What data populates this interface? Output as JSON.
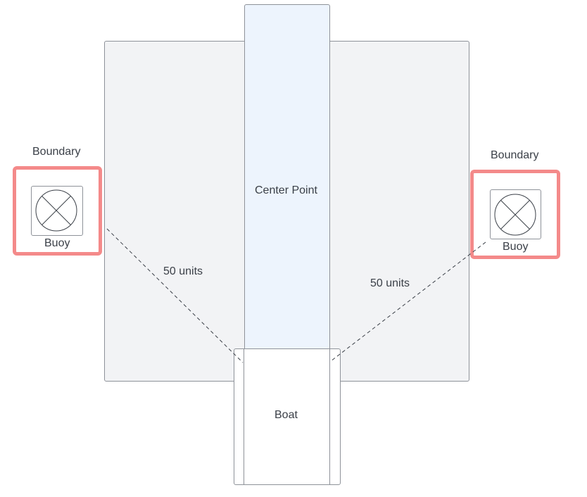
{
  "diagram": {
    "center_label": "Center Point",
    "boat_label": "Boat",
    "left": {
      "boundary_label": "Boundary",
      "buoy_label": "Buoy",
      "distance_label": "50 units"
    },
    "right": {
      "boundary_label": "Boundary",
      "buoy_label": "Buoy",
      "distance_label": "50 units"
    }
  },
  "colors": {
    "area_fill": "#f2f3f5",
    "center_fill": "#edf4fd",
    "highlight_border": "#f48a8a",
    "outline": "#8e9299",
    "text": "#3a3f47"
  },
  "icons": {
    "buoy": "circle-x-icon"
  }
}
